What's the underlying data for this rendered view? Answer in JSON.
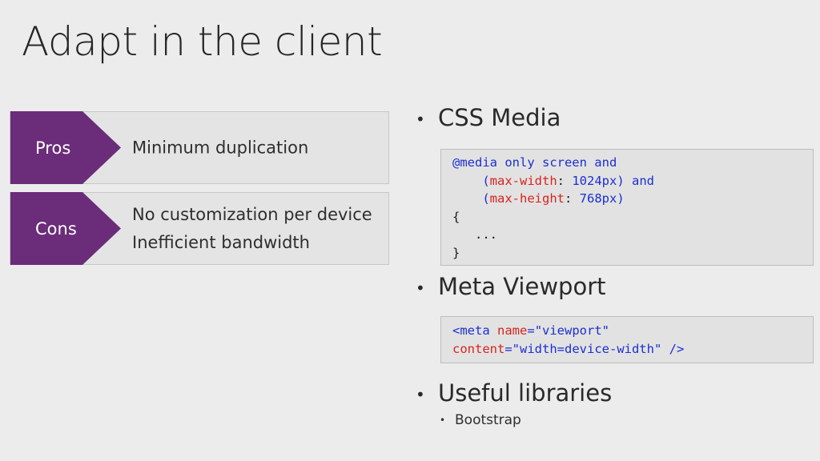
{
  "slide": {
    "title": "Adapt in the client"
  },
  "pros": {
    "tag": "Pros",
    "lines": [
      "Minimum duplication"
    ]
  },
  "cons": {
    "tag": "Cons",
    "lines": [
      "No customization per device",
      "Inefficient bandwidth"
    ]
  },
  "bullets": {
    "css_media": "CSS Media",
    "meta_viewport": "Meta Viewport",
    "useful_libraries": "Useful libraries",
    "libraries": [
      "Bootstrap"
    ]
  },
  "code_media": {
    "l1_a": "@media only screen and",
    "l2_pre": "    (",
    "l2_prop": "max-width",
    "l2_colon": ": ",
    "l2_val": "1024px) and",
    "l3_pre": "    (",
    "l3_prop": "max-height",
    "l3_colon": ": ",
    "l3_val": "768px)",
    "l4": "{",
    "l5": "   ...",
    "l6": "}"
  },
  "code_meta": {
    "tag": "<meta",
    "attr1": "name",
    "eq1": "=",
    "val1": "\"viewport\"",
    "attr2": "content",
    "eq2": "=",
    "val2": "\"width=device-width\"",
    "close": " />"
  },
  "colors": {
    "accent_purple": "#6b2c7a",
    "code_keyword": "#1b2fd1",
    "code_property": "#d8231d"
  }
}
